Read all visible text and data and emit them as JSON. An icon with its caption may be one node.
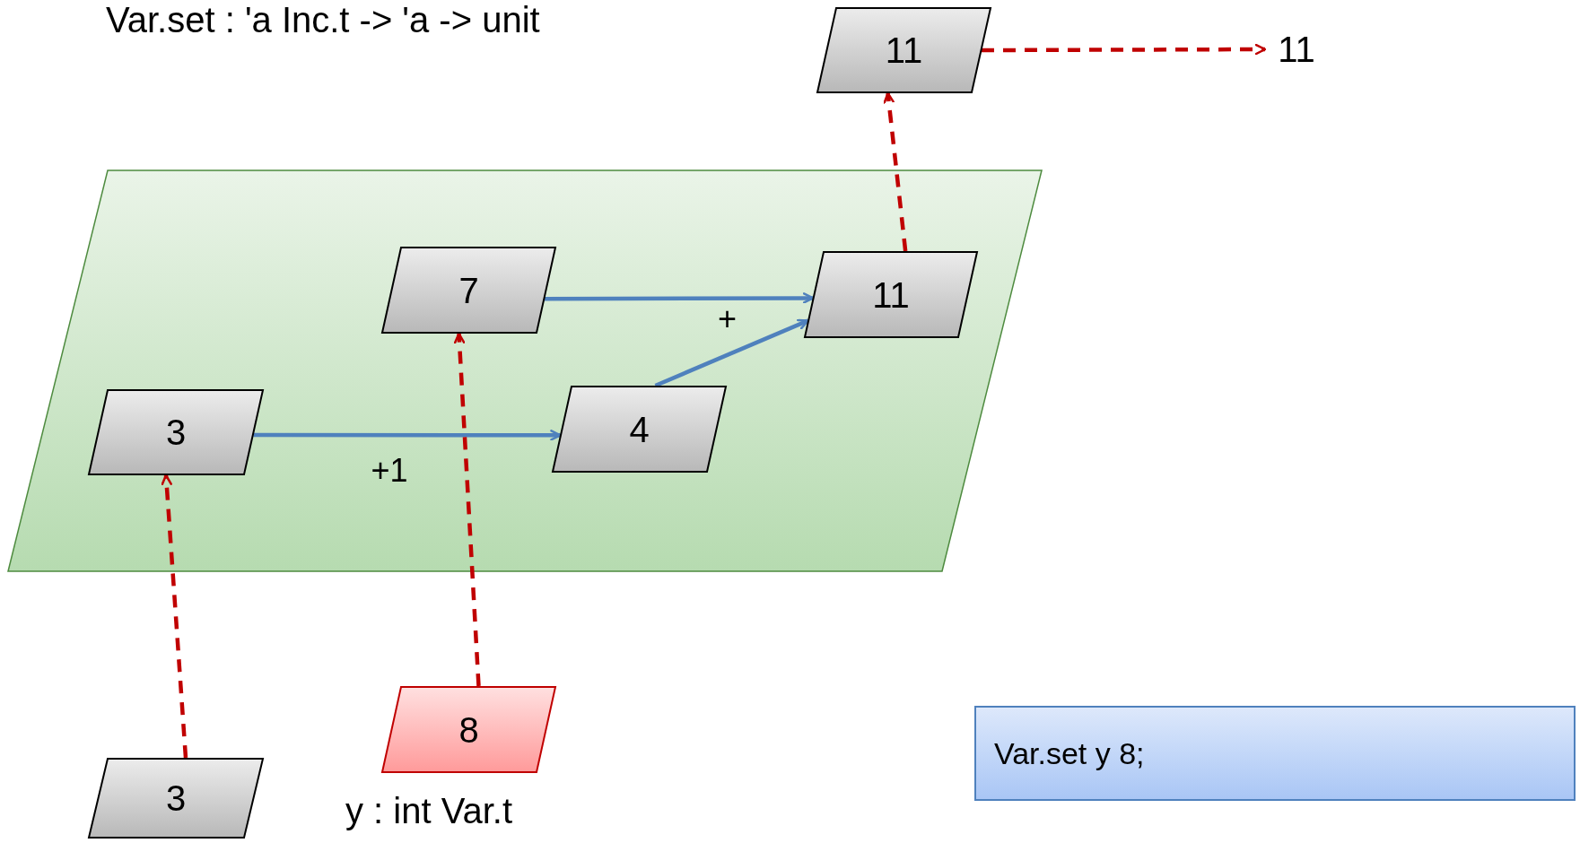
{
  "diagram": {
    "nodes": [
      {
        "text": [
          "11"
        ]
      },
      {
        "text": [
          "11"
        ]
      },
      {
        "text": [],
        "shape": "parallelogram"
      },
      {
        "text": [
          "7"
        ],
        "in": 2
      },
      {
        "text": [
          "11"
        ],
        "in": 2
      },
      {
        "text": [
          "3"
        ],
        "in": 2
      },
      {
        "text": [
          "4"
        ],
        "in": 2
      },
      {
        "text": [
          "8"
        ],
        "beside": [
          "y : int Var.t"
        ]
      },
      {
        "text": [
          "3"
        ]
      },
      {
        "text": [
          "Var.set y 8;"
        ]
      }
    ],
    "edges": [
      {
        "from": 0,
        "to": 1,
        "arrow": "to",
        "style": "dashed"
      },
      {
        "from": 4,
        "to": 0,
        "arrow": "to",
        "style": "dashed"
      },
      {
        "from": 3,
        "to": 4,
        "arrow": "to",
        "color": "#4f81bd"
      },
      {
        "from": 6,
        "to": 4,
        "arrow": "to",
        "color": "#4f81bd"
      },
      {
        "from": 5,
        "to": 6,
        "arrow": "to",
        "label": "+1",
        "color": "#4f81bd"
      },
      {
        "from": 7,
        "to": 3,
        "arrow": "to",
        "style": "dashed"
      },
      {
        "from": 8,
        "to": 5,
        "arrow": "to",
        "style": "dashed"
      }
    ],
    "labels": [
      "Var.set : 'a Inc.t -> 'a -> unit",
      "+"
    ]
  }
}
